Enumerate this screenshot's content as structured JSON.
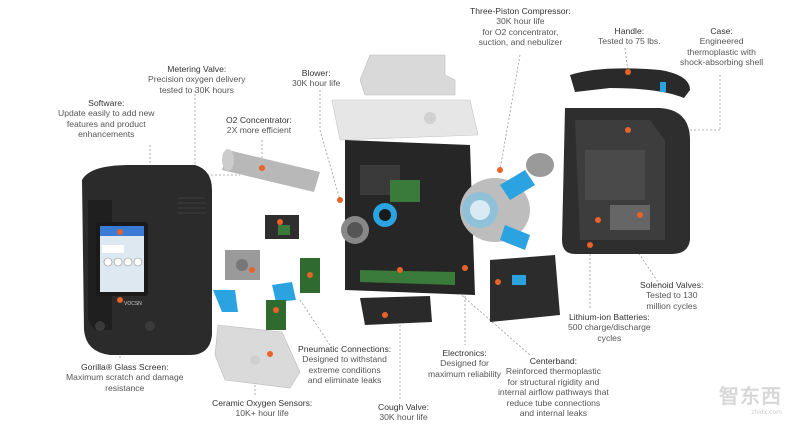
{
  "labels": {
    "compressor": {
      "title": "Three-Piston Compressor:",
      "desc": [
        "30K hour life",
        "for O2 concentrator,",
        "suction, and nebulizer"
      ]
    },
    "handle": {
      "title": "Handle:",
      "desc": [
        "Tested to 75 lbs."
      ]
    },
    "case": {
      "title": "Case:",
      "desc": [
        "Engineered",
        "thermoplastic with",
        "shock-absorbing shell"
      ]
    },
    "metering_valve": {
      "title": "Metering Valve:",
      "desc": [
        "Precision oxygen delivery",
        "tested to 30K hours"
      ]
    },
    "blower": {
      "title": "Blower:",
      "desc": [
        "30K hour life"
      ]
    },
    "software": {
      "title": "Software:",
      "desc": [
        "Update easily to add new",
        "features and product",
        "enhancements"
      ]
    },
    "o2_concentrator": {
      "title": "O2 Concentrator:",
      "desc": [
        "2X more efficient"
      ]
    },
    "solenoid_valves": {
      "title": "Solenoid Valves:",
      "desc": [
        "Tested to 130",
        "million cycles"
      ]
    },
    "batteries": {
      "title": "Lithium-ion Batteries:",
      "desc": [
        "500 charge/discharge",
        "cycles"
      ]
    },
    "pneumatic": {
      "title": "Pneumatic Connections:",
      "desc": [
        "Designed to withstand",
        "extreme conditions",
        "and eliminate leaks"
      ]
    },
    "electronics": {
      "title": "Electronics:",
      "desc": [
        "Designed for",
        "maximum reliability"
      ]
    },
    "centerband": {
      "title": "Centerband:",
      "desc": [
        "Reinforced thermoplastic",
        "for structural rigidity and",
        "internal airflow pathways that",
        "reduce tube connections",
        "and internal leaks"
      ]
    },
    "gorilla": {
      "title": "Gorilla® Glass Screen:",
      "desc": [
        "Maximum scratch and damage",
        "resistance"
      ]
    },
    "ceramic": {
      "title": "Ceramic Oxygen Sensors:",
      "desc": [
        "10K+ hour life"
      ]
    },
    "cough_valve": {
      "title": "Cough Valve:",
      "desc": [
        "30K hour life"
      ]
    }
  },
  "device_logo": "VOCSN",
  "watermark": {
    "main": "智东西",
    "sub": "zhidx.com"
  },
  "colors": {
    "accent": "#e8632a",
    "blue": "#2aa3e0",
    "body": "#2b2b2b",
    "leader": "#9a9a9a"
  }
}
